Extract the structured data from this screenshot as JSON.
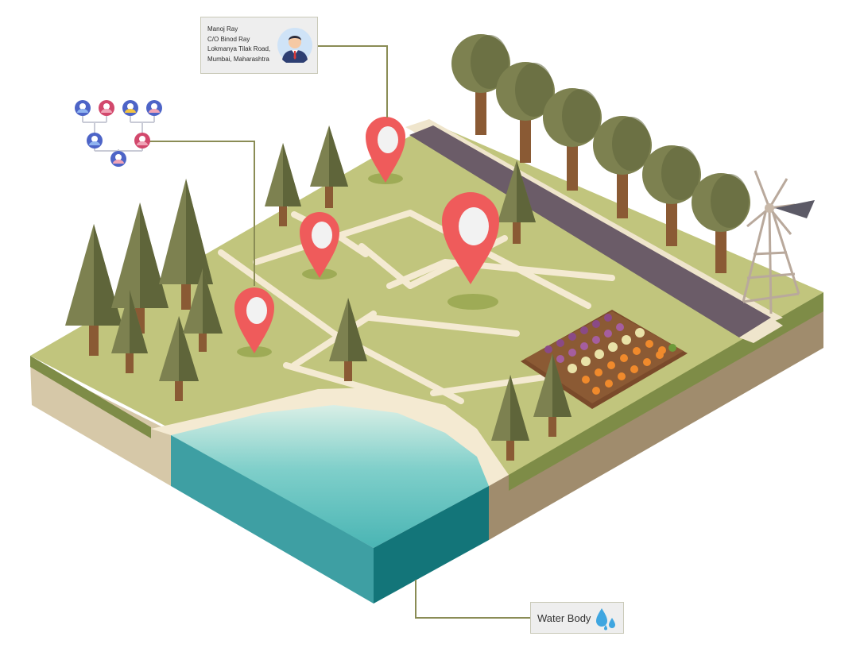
{
  "owner": {
    "lines": [
      "Manoj Ray",
      "C/O Binod Ray",
      "Lokmanya Tilak Road,",
      "Mumbai, Maharashtra"
    ],
    "icon": "person-avatar-icon"
  },
  "water": {
    "label": "Water Body",
    "icon": "water-drops-icon"
  },
  "family_tree": {
    "icon": "family-tree-icon"
  },
  "colors": {
    "grass": "#c1c57d",
    "grass_side": "#7e8c47",
    "soil_side": "#d5c7a7",
    "path": "#f4ead2",
    "road": "#6b5c68",
    "water_top": "#5fc2c0",
    "water_front": "#3a9fa2",
    "water_side": "#137579",
    "pin": "#ef5b5b",
    "tree": "#7d8150",
    "tree_dark": "#5f653a",
    "trunk": "#8a5a34",
    "connector": "#8a8c55"
  }
}
